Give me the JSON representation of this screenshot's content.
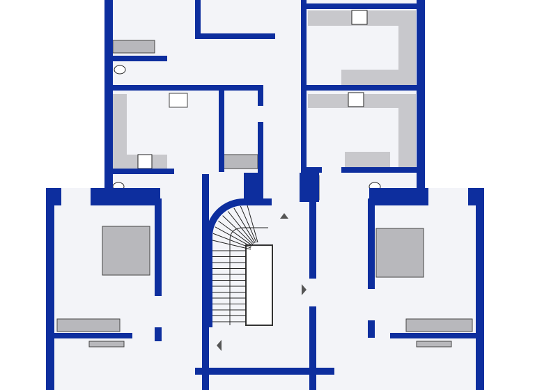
{
  "colors": {
    "wall": "#0d2e9e",
    "floor": "#f3f4f8",
    "furniture": "#b8b8bc",
    "counter": "#c8c8cc",
    "background": "#ffffff"
  },
  "rooms": [
    "bedroom-left",
    "bedroom-right",
    "kitchen-left",
    "kitchen-right-upper",
    "kitchen-right-lower",
    "staircase",
    "hallway",
    "bathroom-left",
    "bathroom-right"
  ]
}
